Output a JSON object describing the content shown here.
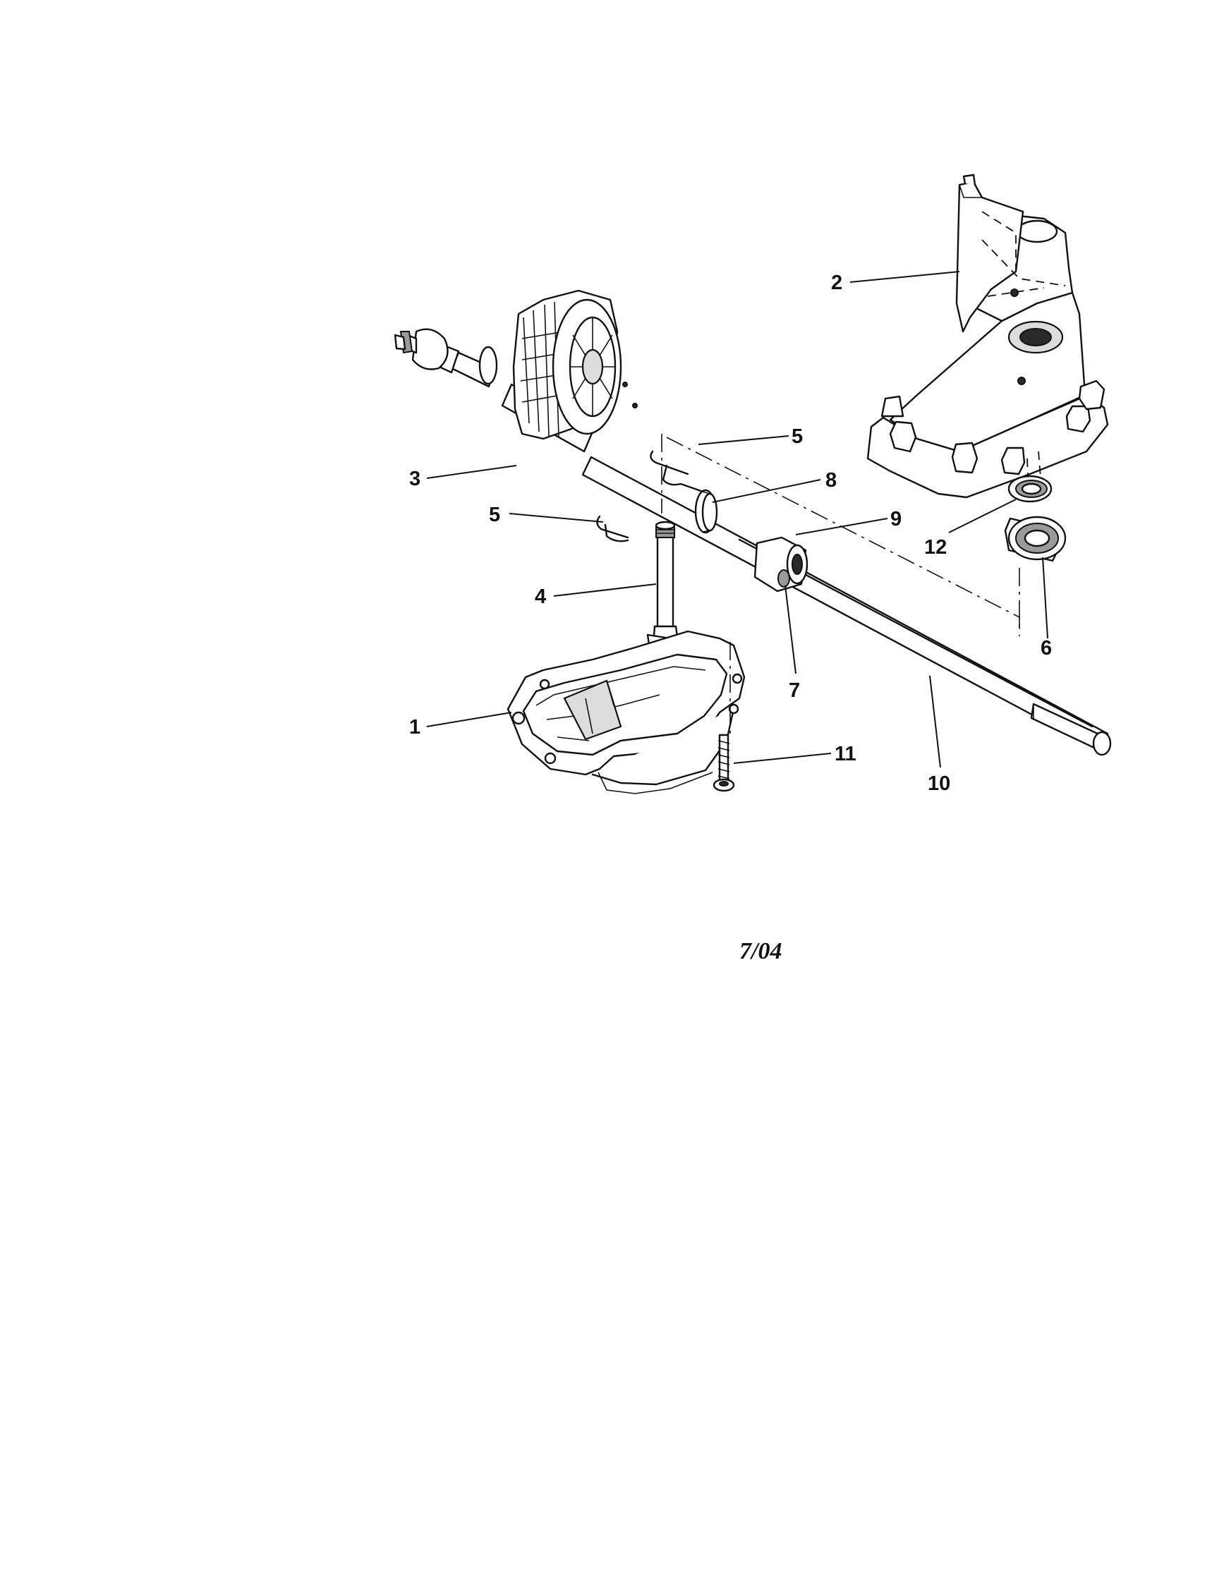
{
  "callouts": [
    {
      "id": "c1",
      "label": "1"
    },
    {
      "id": "c2",
      "label": "2"
    },
    {
      "id": "c3",
      "label": "3"
    },
    {
      "id": "c4",
      "label": "4"
    },
    {
      "id": "c5a",
      "label": "5"
    },
    {
      "id": "c5b",
      "label": "5"
    },
    {
      "id": "c6",
      "label": "6"
    },
    {
      "id": "c7",
      "label": "7"
    },
    {
      "id": "c8",
      "label": "8"
    },
    {
      "id": "c9",
      "label": "9"
    },
    {
      "id": "c10",
      "label": "10"
    },
    {
      "id": "c11",
      "label": "11"
    },
    {
      "id": "c12",
      "label": "12"
    }
  ],
  "footer": {
    "date": "7/04"
  }
}
